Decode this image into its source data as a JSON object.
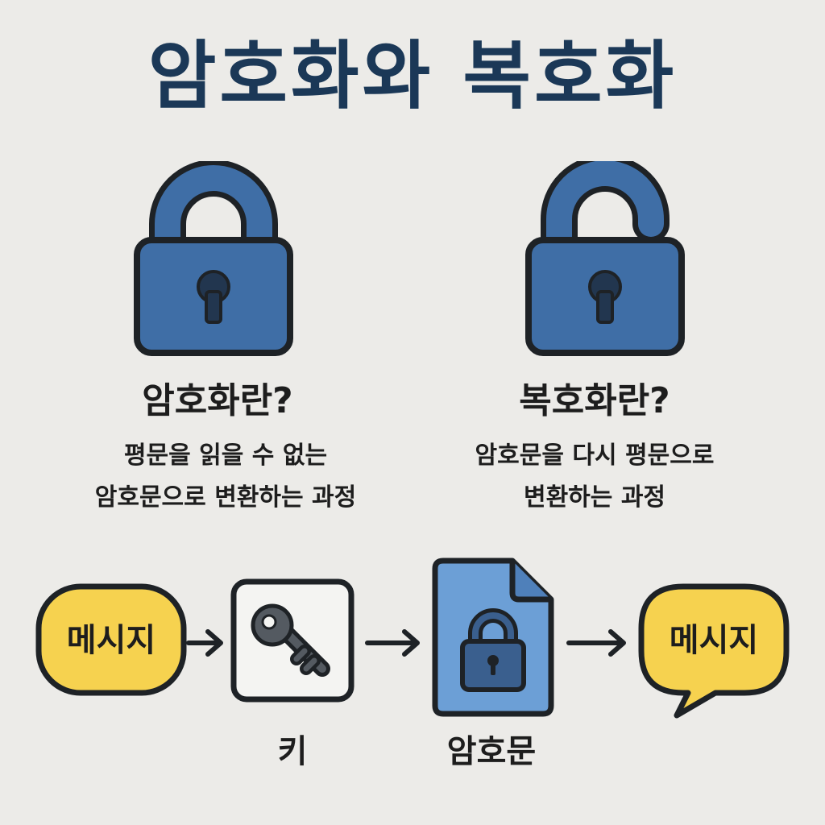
{
  "title": "암호화와 복호화",
  "encryption": {
    "heading": "암호화란?",
    "description_lines": [
      "평문을 읽을 수 없는",
      "암호문으로 변환하는 과정"
    ]
  },
  "decryption": {
    "heading": "복호화란?",
    "description_lines": [
      "암호문을 다시 평문으로",
      "변환하는 과정"
    ]
  },
  "flow": {
    "message_left": "메시지",
    "key_label": "키",
    "ciphertext_label": "암호문",
    "message_right": "메시지"
  },
  "icons": {
    "closed_lock": "lock-closed-icon",
    "open_lock": "lock-open-icon",
    "key": "key-icon",
    "document": "encrypted-document-icon",
    "arrow": "arrow-right-icon"
  },
  "colors": {
    "title": "#1b3857",
    "lock_blue": "#3f6ea6",
    "doc_blue": "#6c9fd6",
    "bubble_yellow": "#f6d24f",
    "key_box": "#f4f4f2",
    "outline": "#1e2226"
  }
}
